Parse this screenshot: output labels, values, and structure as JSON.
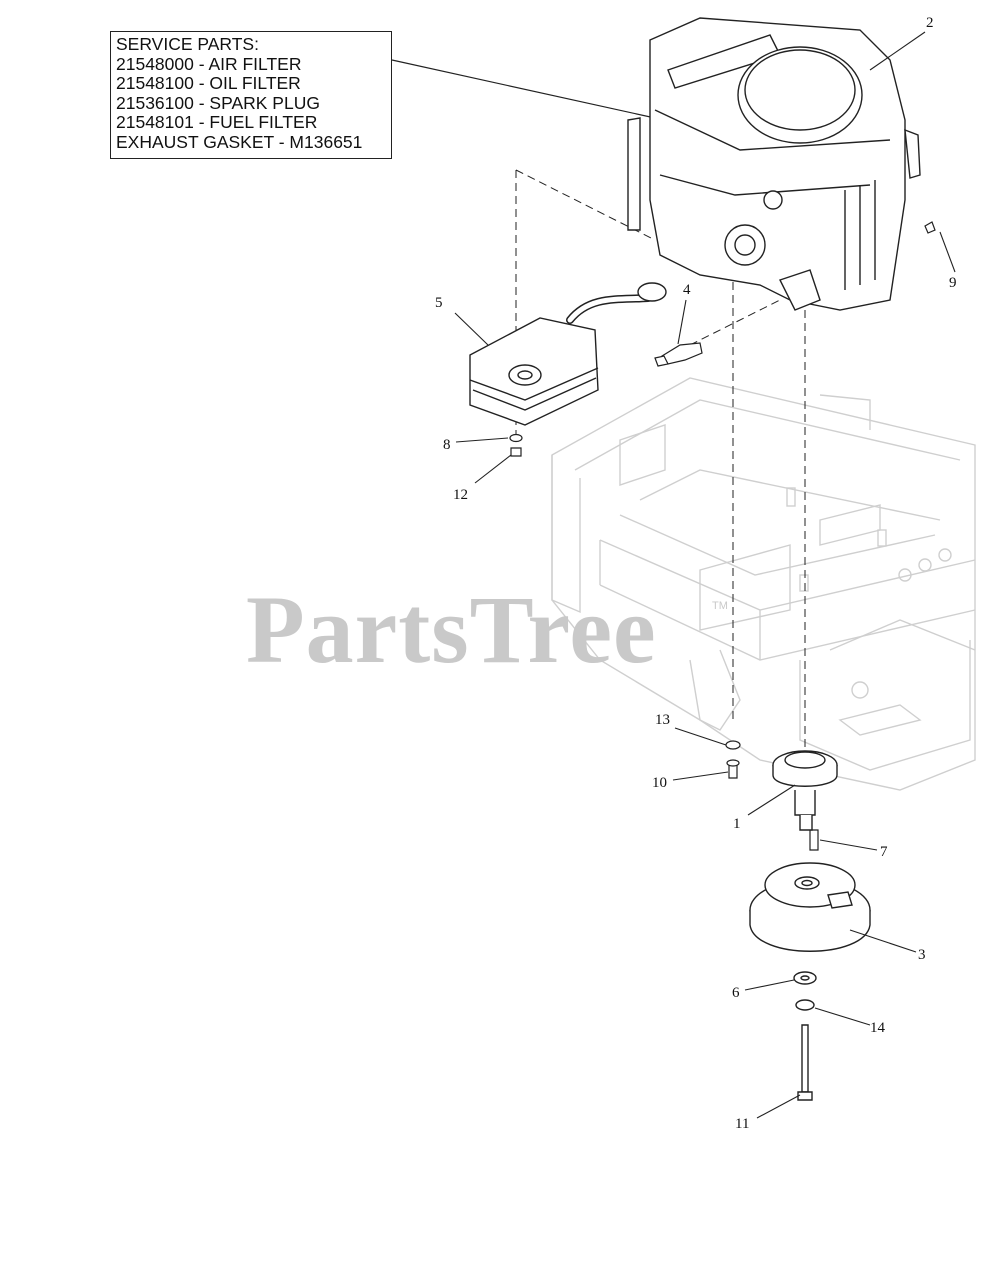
{
  "service_parts": {
    "heading": "SERVICE PARTS:",
    "lines": [
      "21548000 - AIR FILTER",
      "21548100 - OIL FILTER",
      "21536100 - SPARK PLUG",
      "21548101 - FUEL FILTER",
      "EXHAUST GASKET - M136651"
    ]
  },
  "watermark": {
    "text": "PartsTree",
    "tm": "TM"
  },
  "callouts": [
    "1",
    "2",
    "3",
    "4",
    "5",
    "6",
    "7",
    "8",
    "9",
    "10",
    "11",
    "12",
    "13",
    "14"
  ],
  "colors": {
    "line": "#222222",
    "frame": "#cfcfcf",
    "watermark": "#c9c9c9"
  },
  "icons": [
    "engine-illustration",
    "muffler-illustration",
    "mower-frame-illustration",
    "pulley-illustration",
    "clutch-illustration",
    "spark-plug-illustration",
    "bolt-illustration"
  ]
}
